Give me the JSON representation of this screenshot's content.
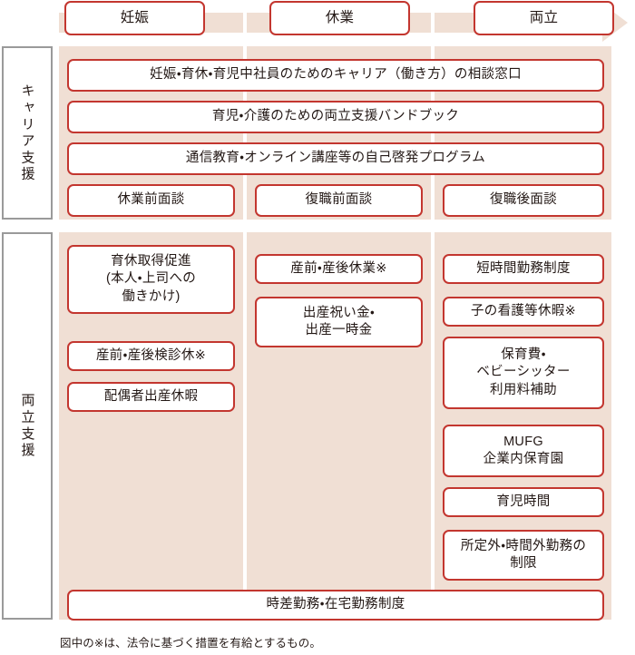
{
  "phases": {
    "items": [
      {
        "label": "妊娠"
      },
      {
        "label": "休業"
      },
      {
        "label": "両立"
      }
    ]
  },
  "sections": [
    {
      "id": "career-support",
      "label": "キャリア支援",
      "full_width_items": [
        {
          "label": "妊娠・育休・育児中社員のためのキャリア（働き方）の相談窓口"
        },
        {
          "label": "育児・介護のための両立支援バンドブック"
        },
        {
          "label": "通信教育・オンライン講座等の自己啓発プログラム"
        }
      ],
      "columns": [
        {
          "items": [
            {
              "label": "休業前面談"
            }
          ]
        },
        {
          "items": [
            {
              "label": "復職前面談"
            }
          ]
        },
        {
          "items": [
            {
              "label": "復職後面談"
            }
          ]
        }
      ]
    },
    {
      "id": "balance-support",
      "label": "両立支援",
      "columns": [
        {
          "items": [
            {
              "label": "育休取得促進\n(本人・上司への\n働きかけ)"
            },
            {
              "label": "産前・産後検診休※"
            },
            {
              "label": "配偶者出産休暇"
            }
          ]
        },
        {
          "items": [
            {
              "label": "産前・産後休業※"
            },
            {
              "label": "出産祝い金・\n出産一時金"
            }
          ]
        },
        {
          "items": [
            {
              "label": "短時間勤務制度"
            },
            {
              "label": "子の看護等休暇※"
            },
            {
              "label": "保育費・\nベビーシッター\n利用料補助"
            },
            {
              "label": "MUFG\n企業内保育園"
            },
            {
              "label": "育児時間"
            },
            {
              "label": "所定外・時間外勤務の\n制限"
            }
          ]
        }
      ],
      "full_width_items": [
        {
          "label": "時差勤務・在宅勤務制度"
        }
      ]
    }
  ],
  "footnote": "図中の※は、法令に基づく措置を有給とするもの。",
  "colors": {
    "accent_red": "#c3362f",
    "band_beige": "#f0dfd4",
    "label_border_gray": "#9a9a9a",
    "text": "#231815"
  }
}
